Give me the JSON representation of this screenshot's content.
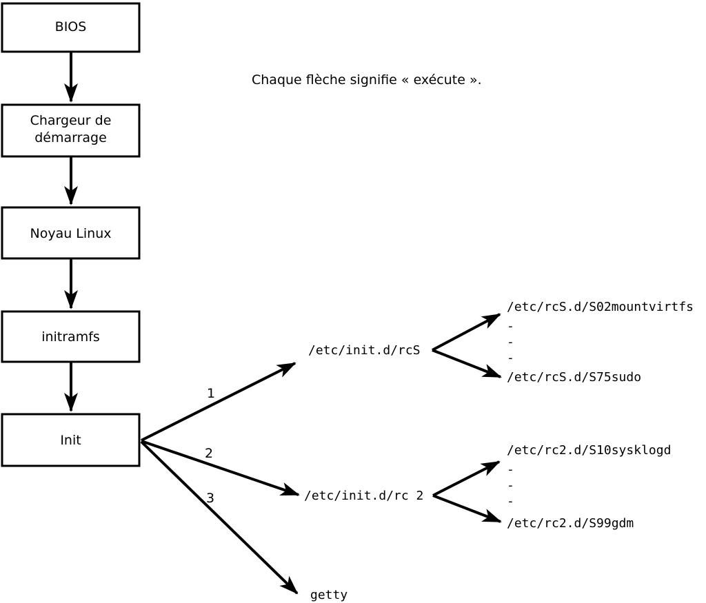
{
  "note": {
    "text": "Chaque flèche signifie « exécute »."
  },
  "flow_boxes": [
    {
      "label": "BIOS",
      "lines": [
        "BIOS"
      ]
    },
    {
      "label": "Chargeur de démarrage",
      "lines": [
        "Chargeur de",
        "démarrage"
      ]
    },
    {
      "label": "Noyau Linux",
      "lines": [
        "Noyau Linux"
      ]
    },
    {
      "label": "initramfs",
      "lines": [
        "initramfs"
      ]
    },
    {
      "label": "Init",
      "lines": [
        "Init"
      ]
    }
  ],
  "branches": [
    {
      "label": "1",
      "target": "/etc/init.d/rcS"
    },
    {
      "label": "2",
      "target": "/etc/init.d/rc 2"
    },
    {
      "label": "3",
      "target": "getty"
    }
  ],
  "script_groups": [
    {
      "parent": "/etc/init.d/rcS",
      "first": "/etc/rcS.d/S02mountvirtfs",
      "ellipsis": [
        "-",
        "-",
        "-"
      ],
      "last": "/etc/rcS.d/S75sudo"
    },
    {
      "parent": "/etc/init.d/rc 2",
      "first": "/etc/rc2.d/S10sysklogd",
      "ellipsis": [
        "-",
        "-",
        "-"
      ],
      "last": "/etc/rc2.d/S99gdm"
    }
  ],
  "colors": {
    "ink": "#000000",
    "background": "#ffffff"
  }
}
